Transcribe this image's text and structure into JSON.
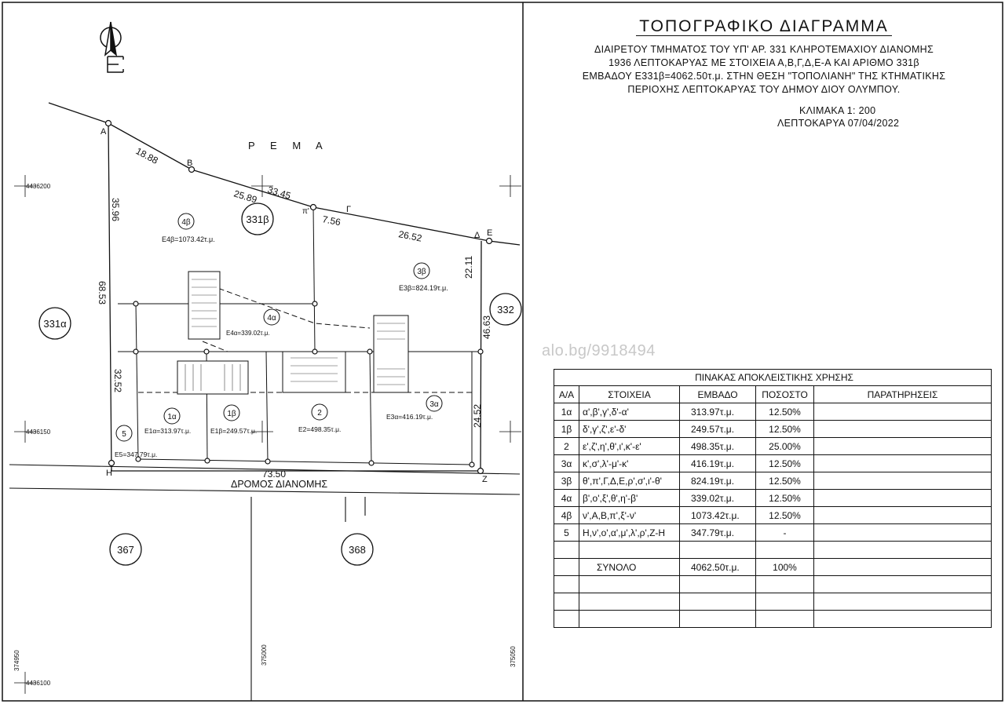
{
  "header": {
    "title": "ΤΟΠΟΓΡΑΦΙΚΟ ΔΙΑΓΡΑΜΜΑ",
    "description": [
      "ΔΙΑΙΡΕΤΟΥ ΤΜΗΜΑΤΟΣ ΤΟΥ ΥΠ' ΑΡ. 331 ΚΛΗΡΟΤΕΜΑΧΙΟΥ ΔΙΑΝΟΜΗΣ",
      "1936 ΛΕΠΤΟΚΑΡΥΑΣ ΜΕ ΣΤΟΙΧΕΙΑ Α,Β,Γ,Δ,Ε-Α ΚΑΙ ΑΡΙΘΜΟ 331β",
      "ΕΜΒΑΔΟΥ Ε331β=4062.50τ.μ. ΣΤΗΝ ΘΕΣΗ \"ΤΟΠΟΛΙΑΝΗ\" ΤΗΣ ΚΤΗΜΑΤΙΚΗΣ",
      "ΠΕΡΙΟΧΗΣ ΛΕΠΤΟΚΑΡΥΑΣ ΤΟΥ ΔΗΜΟΥ ΔΙΟΥ ΟΛΥΜΠΟΥ."
    ],
    "scale": "ΚΛΙΜΑΚΑ 1: 200",
    "place_date": "ΛΕΠΤΟΚΑΡΥΑ 07/04/2022"
  },
  "watermark": "alo.bg/9918494",
  "plan": {
    "stream_label": "Ρ Ε Μ Α",
    "road_label": "ΔΡΟΜΟΣ ΔΙΑΝΟΜΗΣ",
    "parcels": {
      "p331b": "331β",
      "p331a": "331α",
      "p332": "332",
      "p367": "367",
      "p368": "368"
    },
    "plots": {
      "p4b": "4β",
      "p3b": "3β",
      "p4a": "4α",
      "p1a": "1α",
      "p1b": "1β",
      "p2": "2",
      "p3a": "3α",
      "p5": "5"
    },
    "areas": {
      "e4b": "Ε4β=1073.42τ.μ.",
      "e3b": "Ε3β=824.19τ.μ.",
      "e4a": "Ε4α=339.02τ.μ.",
      "e1a": "Ε1α=313.97τ.μ.",
      "e1b": "Ε1β=249.57τ.μ.",
      "e2": "Ε2=498.35τ.μ.",
      "e3a": "Ε3α=416.19τ.μ.",
      "e5": "Ε5=347.79τ.μ."
    },
    "points": {
      "A": "Α",
      "B": "Β",
      "G": "Γ",
      "D": "Δ",
      "E": "Ε",
      "Z": "Ζ",
      "H": "Η",
      "pi": "π'"
    },
    "dims": {
      "AB": "18.88",
      "BG": "33.45",
      "Bpi": "25.89",
      "piG": "7.56",
      "GD": "26.52",
      "left_top": "35.96",
      "left_full": "68.53",
      "left_low": "32.52",
      "right_up": "22.11",
      "right_full": "46.63",
      "right_low": "24.52",
      "road": "73.50"
    },
    "grid": {
      "y1": "4436200",
      "y2": "4436150",
      "y3": "4436100",
      "x1": "374950",
      "x2": "375000",
      "x3": "375050"
    }
  },
  "table": {
    "caption": "ΠΙΝΑΚΑΣ ΑΠΟΚΛΕΙΣΤΙΚΗΣ ΧΡΗΣΗΣ",
    "headers": [
      "Α/Α",
      "ΣΤΟΙΧΕΙΑ",
      "ΕΜΒΑΔΟ",
      "ΠΟΣΟΣΤΟ",
      "ΠΑΡΑΤΗΡΗΣΕΙΣ"
    ],
    "rows": [
      [
        "1α",
        "α',β',γ',δ'-α'",
        "313.97τ.μ.",
        "12.50%",
        ""
      ],
      [
        "1β",
        "δ',γ',ζ',ε'-δ'",
        "249.57τ.μ.",
        "12.50%",
        ""
      ],
      [
        "2",
        "ε',ζ',η',θ',ι',κ'-ε'",
        "498.35τ.μ.",
        "25.00%",
        ""
      ],
      [
        "3α",
        "κ',σ',λ'-μ'-κ'",
        "416.19τ.μ.",
        "12.50%",
        ""
      ],
      [
        "3β",
        "θ',π',Γ,Δ,Ε,ρ',σ',ι'-θ'",
        "824.19τ.μ.",
        "12.50%",
        ""
      ],
      [
        "4α",
        "β',ο',ξ',θ',η'-β'",
        "339.02τ.μ.",
        "12.50%",
        ""
      ],
      [
        "4β",
        "ν',Α,Β,π',ξ'-ν'",
        "1073.42τ.μ.",
        "12.50%",
        ""
      ],
      [
        "5",
        "Η,ν',ο',α',μ',λ',ρ',Ζ-Η",
        "347.79τ.μ.",
        "-",
        ""
      ],
      [
        "",
        "",
        "",
        "",
        ""
      ],
      [
        "",
        "ΣΥΝΟΛΟ",
        "4062.50τ.μ.",
        "100%",
        ""
      ],
      [
        "",
        "",
        "",
        "",
        ""
      ],
      [
        "",
        "",
        "",
        "",
        ""
      ],
      [
        "",
        "",
        "",
        "",
        ""
      ]
    ]
  }
}
